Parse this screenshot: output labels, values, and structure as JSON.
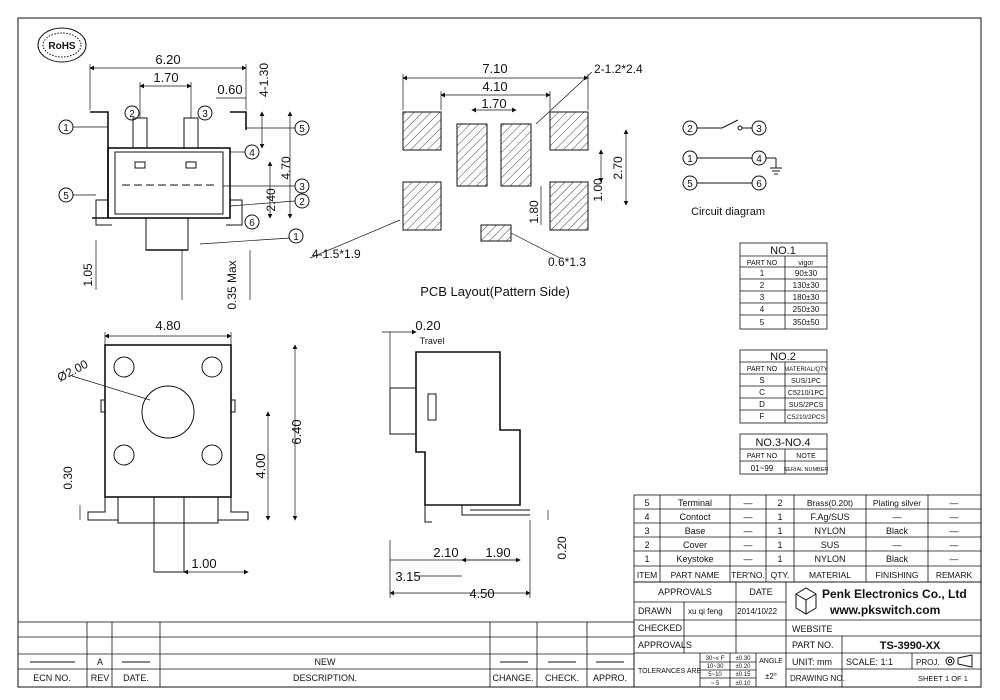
{
  "rohs": {
    "label": "RoHS"
  },
  "top_view": {
    "dims": [
      "6.20",
      "1.70",
      "0.60",
      "4-1.30",
      "4.70",
      "2.40",
      "1.05",
      "0.35 Max",
      "4-1.5*1.9"
    ],
    "callouts": [
      "1",
      "2",
      "3",
      "4",
      "5",
      "5",
      "3",
      "2",
      "6",
      "1"
    ]
  },
  "pcb": {
    "title": "PCB Layout(Pattern Side)",
    "dims": [
      "7.10",
      "4.10",
      "1.70",
      "2-1.2*2.4",
      "1.00",
      "2.70",
      "1.80",
      "0.6*1.3"
    ]
  },
  "circuit": {
    "title": "Circuit diagram",
    "terminals": [
      "2",
      "3",
      "1",
      "4",
      "5",
      "6"
    ]
  },
  "front_view": {
    "dims": [
      "4.80",
      "Ø2.00",
      "6.40",
      "4.00",
      "0.30",
      "1.00"
    ]
  },
  "side_view": {
    "dims": [
      "0.20",
      "Travel",
      "2.10",
      "1.90",
      "3.15",
      "4.50",
      "0.20"
    ]
  },
  "table_no1": {
    "title": "NO.1",
    "headers": [
      "PART NO",
      "vigor"
    ],
    "rows": [
      [
        "1",
        "90±30"
      ],
      [
        "2",
        "130±30"
      ],
      [
        "3",
        "180±30"
      ],
      [
        "4",
        "250±30"
      ],
      [
        "5",
        "350±50"
      ]
    ]
  },
  "table_no2": {
    "title": "NO.2",
    "headers": [
      "PART NO",
      "MATERIAL/QTY"
    ],
    "rows": [
      [
        "S",
        "SUS/1PC"
      ],
      [
        "C",
        "C5210/1PC"
      ],
      [
        "D",
        "SUS/2PCS"
      ],
      [
        "F",
        "C5210/2PCS"
      ]
    ]
  },
  "table_no34": {
    "title": "NO.3-NO.4",
    "headers": [
      "PART NO",
      "NOTE"
    ],
    "rows": [
      [
        "01~99",
        "SERIAL NUMBER"
      ]
    ]
  },
  "bom": {
    "rows": [
      {
        "item": "5",
        "name": "Terminal",
        "ter": "—",
        "qty": "2",
        "mat": "Brass(0.20t)",
        "fin": "Plating silver",
        "rem": "—"
      },
      {
        "item": "4",
        "name": "Contoct",
        "ter": "—",
        "qty": "1",
        "mat": "F.Ag/SUS",
        "fin": "—",
        "rem": "—"
      },
      {
        "item": "3",
        "name": "Base",
        "ter": "—",
        "qty": "1",
        "mat": "NYLON",
        "fin": "Black",
        "rem": "—"
      },
      {
        "item": "2",
        "name": "Cover",
        "ter": "—",
        "qty": "1",
        "mat": "SUS",
        "fin": "—",
        "rem": "—"
      },
      {
        "item": "1",
        "name": "Keystoke",
        "ter": "—",
        "qty": "1",
        "mat": "NYLON",
        "fin": "Black",
        "rem": "—"
      }
    ],
    "headers": [
      "ITEM",
      "PART NAME",
      "TER'NO.",
      "QTY.",
      "MATERIAL",
      "FINISHING",
      "REMARK"
    ]
  },
  "title_block": {
    "approvals": "APPROVALS",
    "date": "DATE",
    "drawn": "DRAWN",
    "drawn_by": "xu qi feng",
    "drawn_date": "2014/10/22",
    "checked": "CHECKED",
    "approvals2": "APPROVALS",
    "company": "Penk Electronics Co., Ltd",
    "website_url": "www.pkswitch.com",
    "website": "WEBSITE",
    "part_no_label": "PART NO.",
    "part_no": "TS-3990-XX",
    "unit": "UNIT: mm",
    "scale": "SCALE:  1:1",
    "proj": "PROJ.",
    "drawing_no": "DRAWING NO.",
    "sheet": "SHEET  1 OF 1",
    "tolerances": "TOLERANCES ARE",
    "tol_rows": [
      [
        "30~≤ F",
        "±0.30"
      ],
      [
        "10~30",
        "±0.20"
      ],
      [
        "5~10",
        "±0.15"
      ],
      [
        "~ 5",
        "±0.10"
      ]
    ],
    "angle": "ANGLE",
    "angle_val": "±2°"
  },
  "revision": {
    "rev": "A",
    "new": "NEW",
    "headers": [
      "ECN NO.",
      "REV",
      "DATE.",
      "DESCRIPTION.",
      "CHANGE.",
      "CHECK.",
      "APPRO."
    ]
  }
}
